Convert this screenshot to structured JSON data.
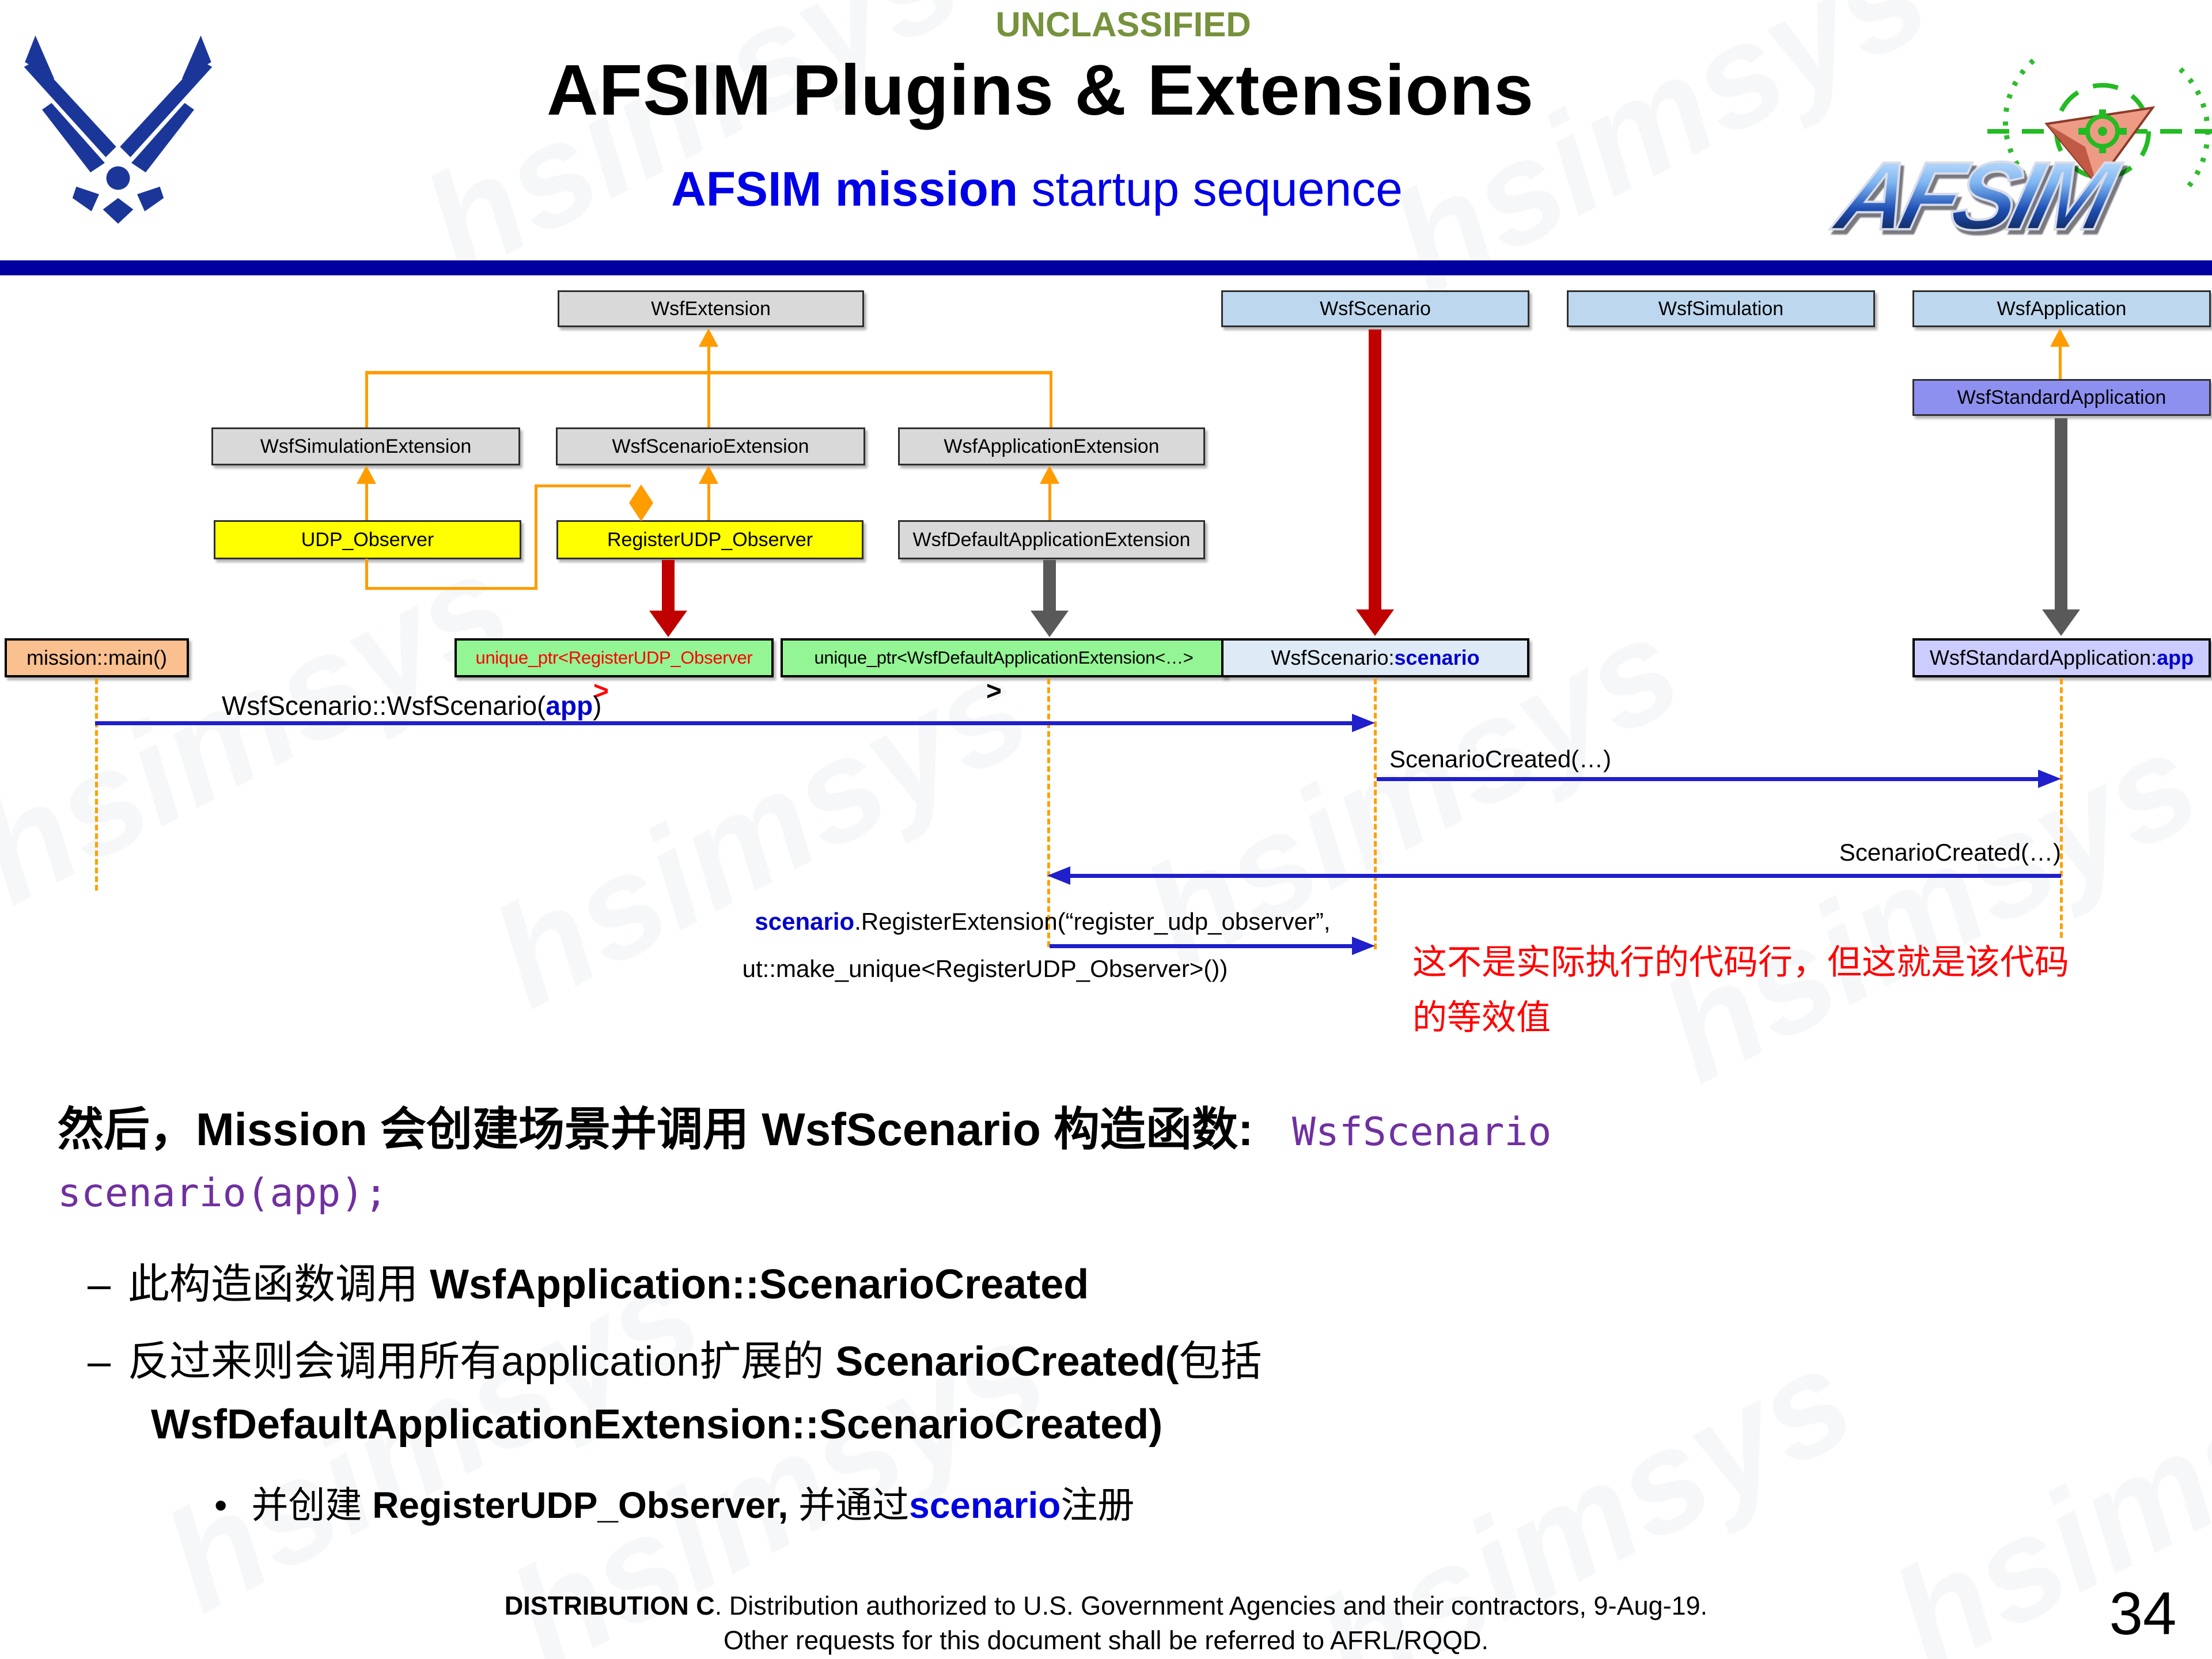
{
  "header": {
    "classification": "UNCLASSIFIED",
    "title": "AFSIM Plugins & Extensions",
    "subtitle_bold": "AFSIM mission",
    "subtitle_rest": " startup sequence",
    "afsim_logo_text": "AFSIM"
  },
  "watermark": {
    "text": "hsimsys"
  },
  "diagram": {
    "classes": {
      "wsf_extension": "WsfExtension",
      "wsf_scenario": "WsfScenario",
      "wsf_simulation": "WsfSimulation",
      "wsf_application": "WsfApplication",
      "wsf_standard_application": "WsfStandardApplication",
      "wsf_simulation_extension": "WsfSimulationExtension",
      "wsf_scenario_extension": "WsfScenarioExtension",
      "wsf_application_extension": "WsfApplicationExtension",
      "udp_observer": "UDP_Observer",
      "register_udp_observer": "RegisterUDP_Observer",
      "wsf_default_application_extension": "WsfDefaultApplicationExtension"
    },
    "instances": {
      "mission_main": "mission::main()",
      "unique_ptr_register": "unique_ptr<RegisterUDP_Observer",
      "unique_ptr_register_wrap": ">",
      "unique_ptr_default": "unique_ptr<WsfDefaultApplicationExtension<…>",
      "unique_ptr_default_wrap": ">",
      "scenario_label": "WsfScenario: ",
      "scenario_name": "scenario",
      "app_label": "WsfStandardApplication: ",
      "app_name": "app"
    },
    "messages": {
      "m1_pre": "WsfScenario::WsfScenario(",
      "m1_arg": "app",
      "m1_post": ")",
      "m2": "ScenarioCreated(…)",
      "m3": "ScenarioCreated(…)",
      "m4_arg": "scenario",
      "m4_rest": ".RegisterExtension(“register_udp_observer”,",
      "m4_line2": "ut::make_unique<RegisterUDP_Observer>())"
    },
    "note_line1": "这不是实际执行的代码行，但这就是该代码",
    "note_line2": "的等效值"
  },
  "body": {
    "p1_text": "然后，Mission 会创建场景并调用 WsfScenario 构造函数:",
    "p1_code": "WsfScenario",
    "p1_code2": "scenario(app);",
    "b1_dash": "–",
    "b1_pre": "此构造函数调用 ",
    "b1_bold": "WsfApplication::ScenarioCreated",
    "b2_dash": "–",
    "b2_pre": "反过来则会调用所有application扩展的 ",
    "b2_bold": "ScenarioCreated(",
    "b2_post": "包括",
    "b2_line2": "WsfDefaultApplicationExtension::ScenarioCreated)",
    "b3_bullet": "•",
    "b3_pre": "并创建 ",
    "b3_bold": "RegisterUDP_Observer,",
    "b3_mid": " 并通过",
    "b3_blue": "scenario",
    "b3_post": "注册"
  },
  "footer": {
    "line1_bold": "DISTRIBUTION C",
    "line1_rest": ". Distribution authorized to U.S. Government Agencies and their contractors, 9-Aug-19.",
    "line2": "Other requests for this document shall be referred to AFRL/RQQD.",
    "page_number": "34"
  },
  "colors": {
    "navy_bar": "#0000A0",
    "orange_line": "#FF9C00",
    "blue_message": "#1F1FCC",
    "red_arrow": "#C00000",
    "gray_arrow": "#595959",
    "class_gray": "#D9D9D9",
    "class_blue": "#BDD7EE",
    "periwinkle": "#8E90F0",
    "periwinkle_light": "#CCCCFF",
    "yellow": "#FFFF00",
    "green": "#94F594",
    "peach": "#FAC090",
    "pale_blue": "#DEEAF6",
    "purple_code": "#7030A0",
    "classification_green": "#76923C",
    "subtitle_blue": "#0000E6",
    "note_red": "#FF0000"
  }
}
